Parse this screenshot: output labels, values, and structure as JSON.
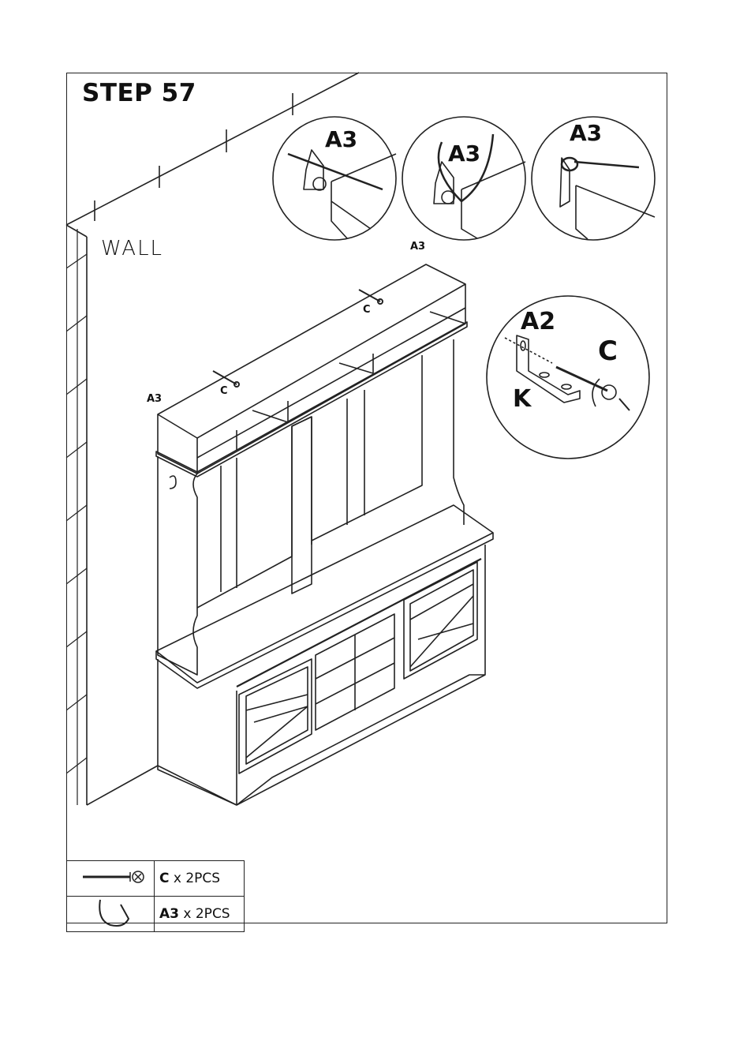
{
  "step": {
    "title": "STEP 57"
  },
  "wall": {
    "label": "WALL"
  },
  "callouts": {
    "detail1_part": "A3",
    "detail2_part": "A3",
    "detail3_part": "A3",
    "bracket_part": "A2",
    "bracket_screw": "C",
    "bracket_plate": "K"
  },
  "cabinet_labels": {
    "a3_left": "A3",
    "a3_right": "A3",
    "c_left": "C",
    "c_right": "C"
  },
  "parts": [
    {
      "code": "C",
      "qty": "x 2PCS",
      "icon": "screw-icon"
    },
    {
      "code": "A3",
      "qty": "x 2PCS",
      "icon": "cable-tie-icon"
    }
  ]
}
